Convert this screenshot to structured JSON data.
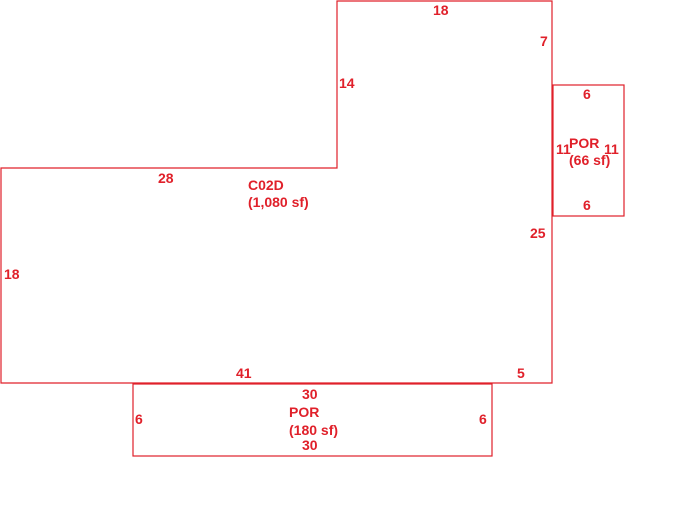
{
  "colors": {
    "line": "#e0202a",
    "background": "#ffffff"
  },
  "areas": [
    {
      "id": "main",
      "name": "C02D",
      "area": "(1,080 sf)"
    },
    {
      "id": "por_right",
      "name": "POR",
      "area": "(66 sf)"
    },
    {
      "id": "por_bottom",
      "name": "POR",
      "area": "(180 sf)"
    }
  ],
  "dimensions": {
    "main": {
      "top": "18",
      "upper_right": "7",
      "lower_right": "25",
      "right_bottom_step": "5",
      "bottom": "41",
      "left": "18",
      "mid_horizontal": "28",
      "inner_vertical": "14"
    },
    "por_right": {
      "top": "6",
      "bottom": "6",
      "left": "11",
      "right": "11"
    },
    "por_bottom": {
      "top": "30",
      "bottom": "30",
      "left": "6",
      "right": "6"
    }
  }
}
